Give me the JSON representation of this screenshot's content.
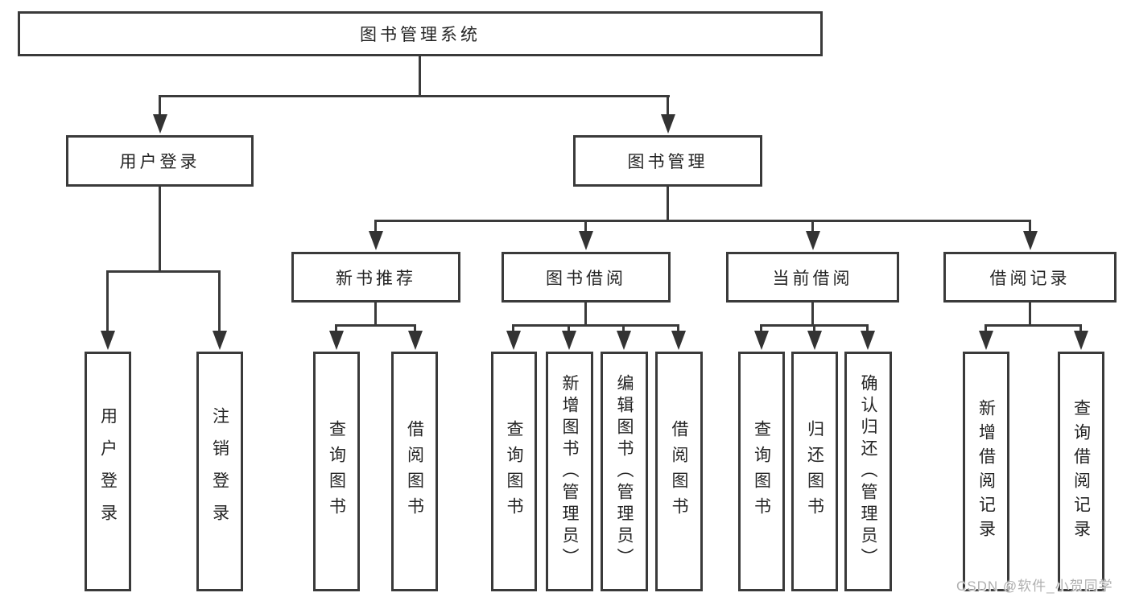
{
  "diagram": {
    "root": {
      "label": "图书管理系统"
    },
    "branches": [
      {
        "label": "用户登录",
        "children": [
          {
            "label": "用户登录"
          },
          {
            "label": "注销登录"
          }
        ]
      },
      {
        "label": "图书管理",
        "children": [
          {
            "label": "新书推荐",
            "children": [
              {
                "label": "查询图书"
              },
              {
                "label": "借阅图书"
              }
            ]
          },
          {
            "label": "图书借阅",
            "children": [
              {
                "label": "查询图书"
              },
              {
                "label": "新增图书（管理员）"
              },
              {
                "label": "编辑图书（管理员）"
              },
              {
                "label": "借阅图书"
              }
            ]
          },
          {
            "label": "当前借阅",
            "children": [
              {
                "label": "查询图书"
              },
              {
                "label": "归还图书"
              },
              {
                "label": "确认归还（管理员）"
              }
            ]
          },
          {
            "label": "借阅记录",
            "children": [
              {
                "label": "新增借阅记录"
              },
              {
                "label": "查询借阅记录"
              }
            ]
          }
        ]
      }
    ],
    "watermark": "CSDN @软件_小贺同学",
    "colors": {
      "line": "#3a3a3a",
      "text": "#242424",
      "background": "#ffffff",
      "watermark": "#b0b0b0"
    }
  }
}
